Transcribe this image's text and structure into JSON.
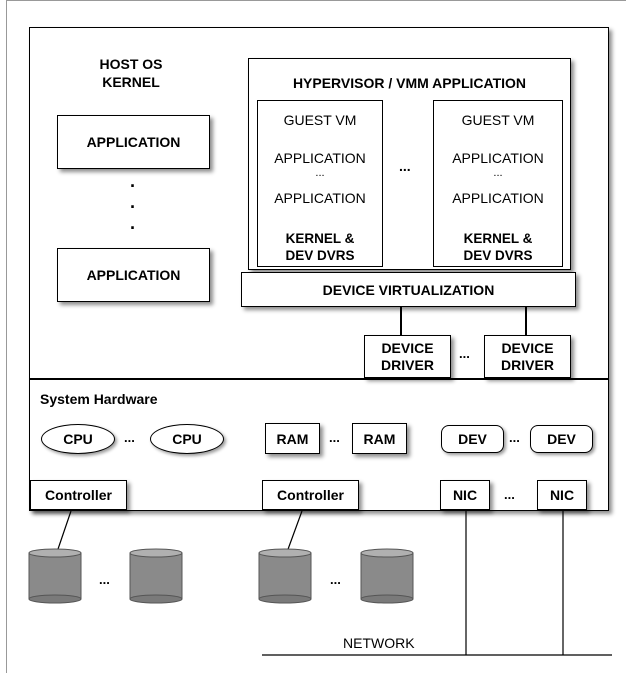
{
  "host": {
    "title_line1": "HOST OS",
    "title_line2": "KERNEL",
    "app1": "APPLICATION",
    "app2": "APPLICATION",
    "vdots": "·"
  },
  "hypervisor": {
    "title": "HYPERVISOR / VMM APPLICATION",
    "ellipsis": "...",
    "vm_left": {
      "guest": "GUEST VM",
      "app1": "APPLICATION",
      "dots": "...",
      "app2": "APPLICATION",
      "kernel_line1": "KERNEL &",
      "kernel_line2": "DEV DVRS"
    },
    "vm_right": {
      "guest": "GUEST VM",
      "app1": "APPLICATION",
      "dots": "...",
      "app2": "APPLICATION",
      "kernel_line1": "KERNEL &",
      "kernel_line2": "DEV DVRS"
    },
    "device_virtualization": "DEVICE VIRTUALIZATION"
  },
  "device_drivers": {
    "left_line1": "DEVICE",
    "left_line2": "DRIVER",
    "right_line1": "DEVICE",
    "right_line2": "DRIVER",
    "ellipsis": "..."
  },
  "hardware": {
    "title": "System Hardware",
    "cpu1": "CPU",
    "cpu2": "CPU",
    "cpu_ellipsis": "...",
    "ram1": "RAM",
    "ram2": "RAM",
    "ram_ellipsis": "...",
    "dev1": "DEV",
    "dev2": "DEV",
    "dev_ellipsis": "...",
    "controller1": "Controller",
    "controller2": "Controller",
    "nic1": "NIC",
    "nic2": "NIC",
    "nic_ellipsis": "..."
  },
  "storage": {
    "ellipsis_left": "...",
    "ellipsis_right": "..."
  },
  "network": {
    "label": "NETWORK"
  },
  "colors": {
    "disk_body": "#8a8a8a",
    "disk_top": "#b0b0b0"
  }
}
